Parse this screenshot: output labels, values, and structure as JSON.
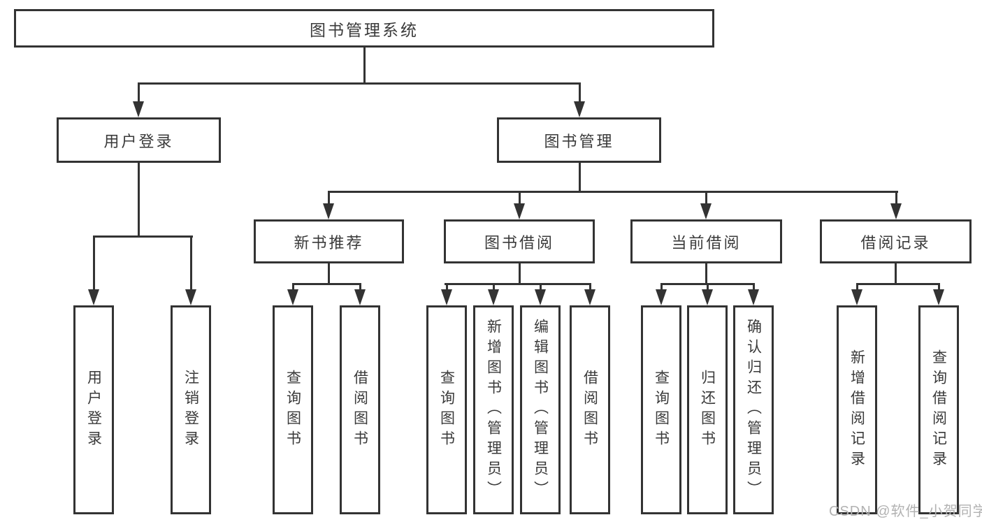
{
  "tree": {
    "label": "图书管理系统",
    "children": [
      {
        "label": "用户登录",
        "children": [
          {
            "label": "用户登录"
          },
          {
            "label": "注销登录"
          }
        ]
      },
      {
        "label": "图书管理",
        "children": [
          {
            "label": "新书推荐",
            "children": [
              {
                "label": "查询图书"
              },
              {
                "label": "借阅图书"
              }
            ]
          },
          {
            "label": "图书借阅",
            "children": [
              {
                "label": "查询图书"
              },
              {
                "label": "新增图书（管理员）"
              },
              {
                "label": "编辑图书（管理员）"
              },
              {
                "label": "借阅图书"
              }
            ]
          },
          {
            "label": "当前借阅",
            "children": [
              {
                "label": "查询图书"
              },
              {
                "label": "归还图书"
              },
              {
                "label": "确认归还（管理员）"
              }
            ]
          },
          {
            "label": "借阅记录",
            "children": [
              {
                "label": "新增借阅记录"
              },
              {
                "label": "查询借阅记录"
              }
            ]
          }
        ]
      }
    ]
  },
  "watermark": {
    "text": "CSDN @软件_小贺同学"
  },
  "colors": {
    "line": "#333333",
    "text": "#3a3a3a",
    "background": "#ffffff",
    "watermark": "#b2b2b2"
  }
}
